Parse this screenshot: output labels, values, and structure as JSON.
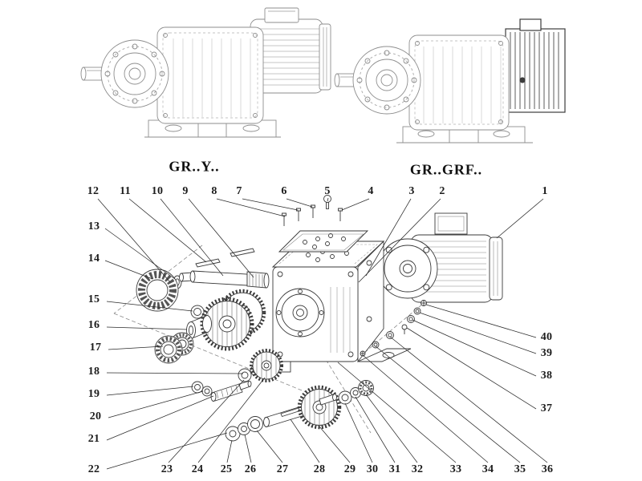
{
  "titles": {
    "left": "GR..Y..",
    "right": "GR..GRF.."
  },
  "callouts": {
    "top": [
      "12",
      "11",
      "10",
      "9",
      "8",
      "7",
      "6",
      "5",
      "4",
      "3",
      "2",
      "1"
    ],
    "left": [
      "13",
      "14",
      "15",
      "16",
      "17",
      "18",
      "19",
      "20",
      "21",
      "22"
    ],
    "bottom": [
      "23",
      "24",
      "25",
      "26",
      "27",
      "28",
      "29",
      "30",
      "31",
      "32",
      "33",
      "34",
      "35",
      "36"
    ],
    "right": [
      "40",
      "39",
      "38",
      "37"
    ]
  },
  "colors": {
    "ink": "#1c1c1c",
    "line_art": "#8e8e8e",
    "exploded_line": "#3a3a3a"
  }
}
